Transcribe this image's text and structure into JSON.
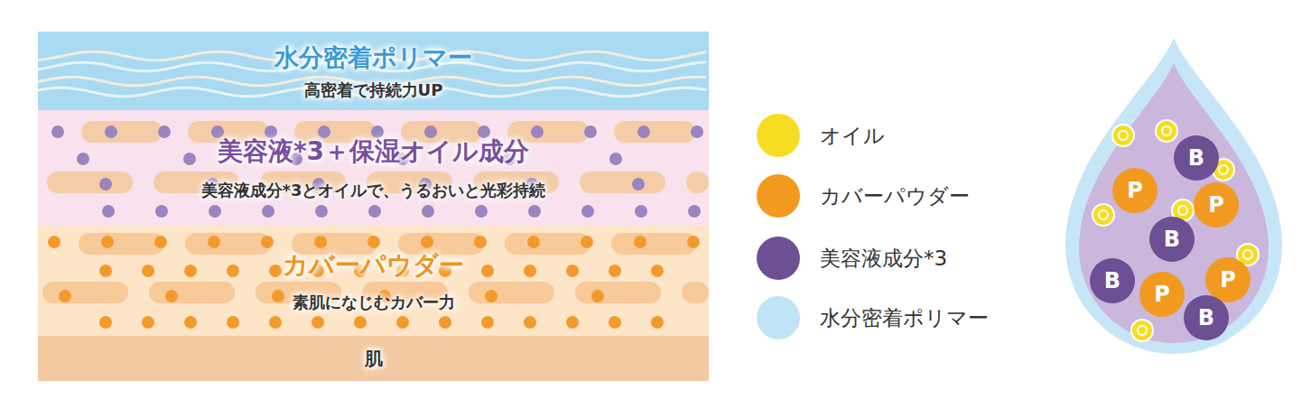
{
  "diagram": {
    "nodes": [
      {
        "text": [
          "水分密着ポリマー",
          "高密着で持続力UP"
        ]
      },
      {
        "text": [
          "美容液*3＋保湿オイル成分",
          "美容液成分*3とオイルで、うるおいと光彩持続"
        ]
      },
      {
        "text": [
          "カバーパウダー",
          "素肌になじむカバー力"
        ]
      },
      {
        "text": [
          "肌"
        ]
      },
      {
        "text": [
          "B"
        ]
      },
      {
        "text": [
          "P"
        ]
      },
      {
        "text": [
          "P"
        ]
      },
      {
        "text": [
          "B"
        ]
      },
      {
        "text": [
          "B"
        ]
      },
      {
        "text": [
          "P"
        ]
      },
      {
        "text": [
          "P"
        ]
      },
      {
        "text": [
          "B"
        ]
      }
    ],
    "legend": [
      {
        "text": "オイル",
        "color": "#f7dd22"
      },
      {
        "text": "カバーパウダー",
        "color": "#f29a1f"
      },
      {
        "text": "美容液成分*3",
        "color": "#6d4f94"
      },
      {
        "text": "水分密着ポリマー",
        "color": "#bfe4f6"
      }
    ]
  }
}
